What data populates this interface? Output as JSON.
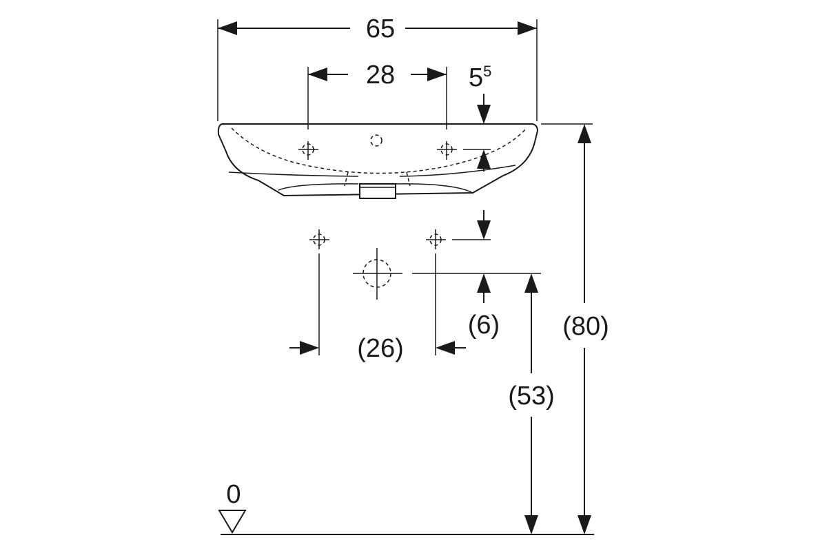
{
  "dimensions": {
    "overall_width": "65",
    "tap_hole_spacing": "28",
    "rim_thickness_base": "5",
    "rim_thickness_sup": "5",
    "supply_spacing": "(26)",
    "supply_offset": "(6)",
    "waste_height": "(53)",
    "rim_height": "(80)",
    "floor_level": "0"
  }
}
